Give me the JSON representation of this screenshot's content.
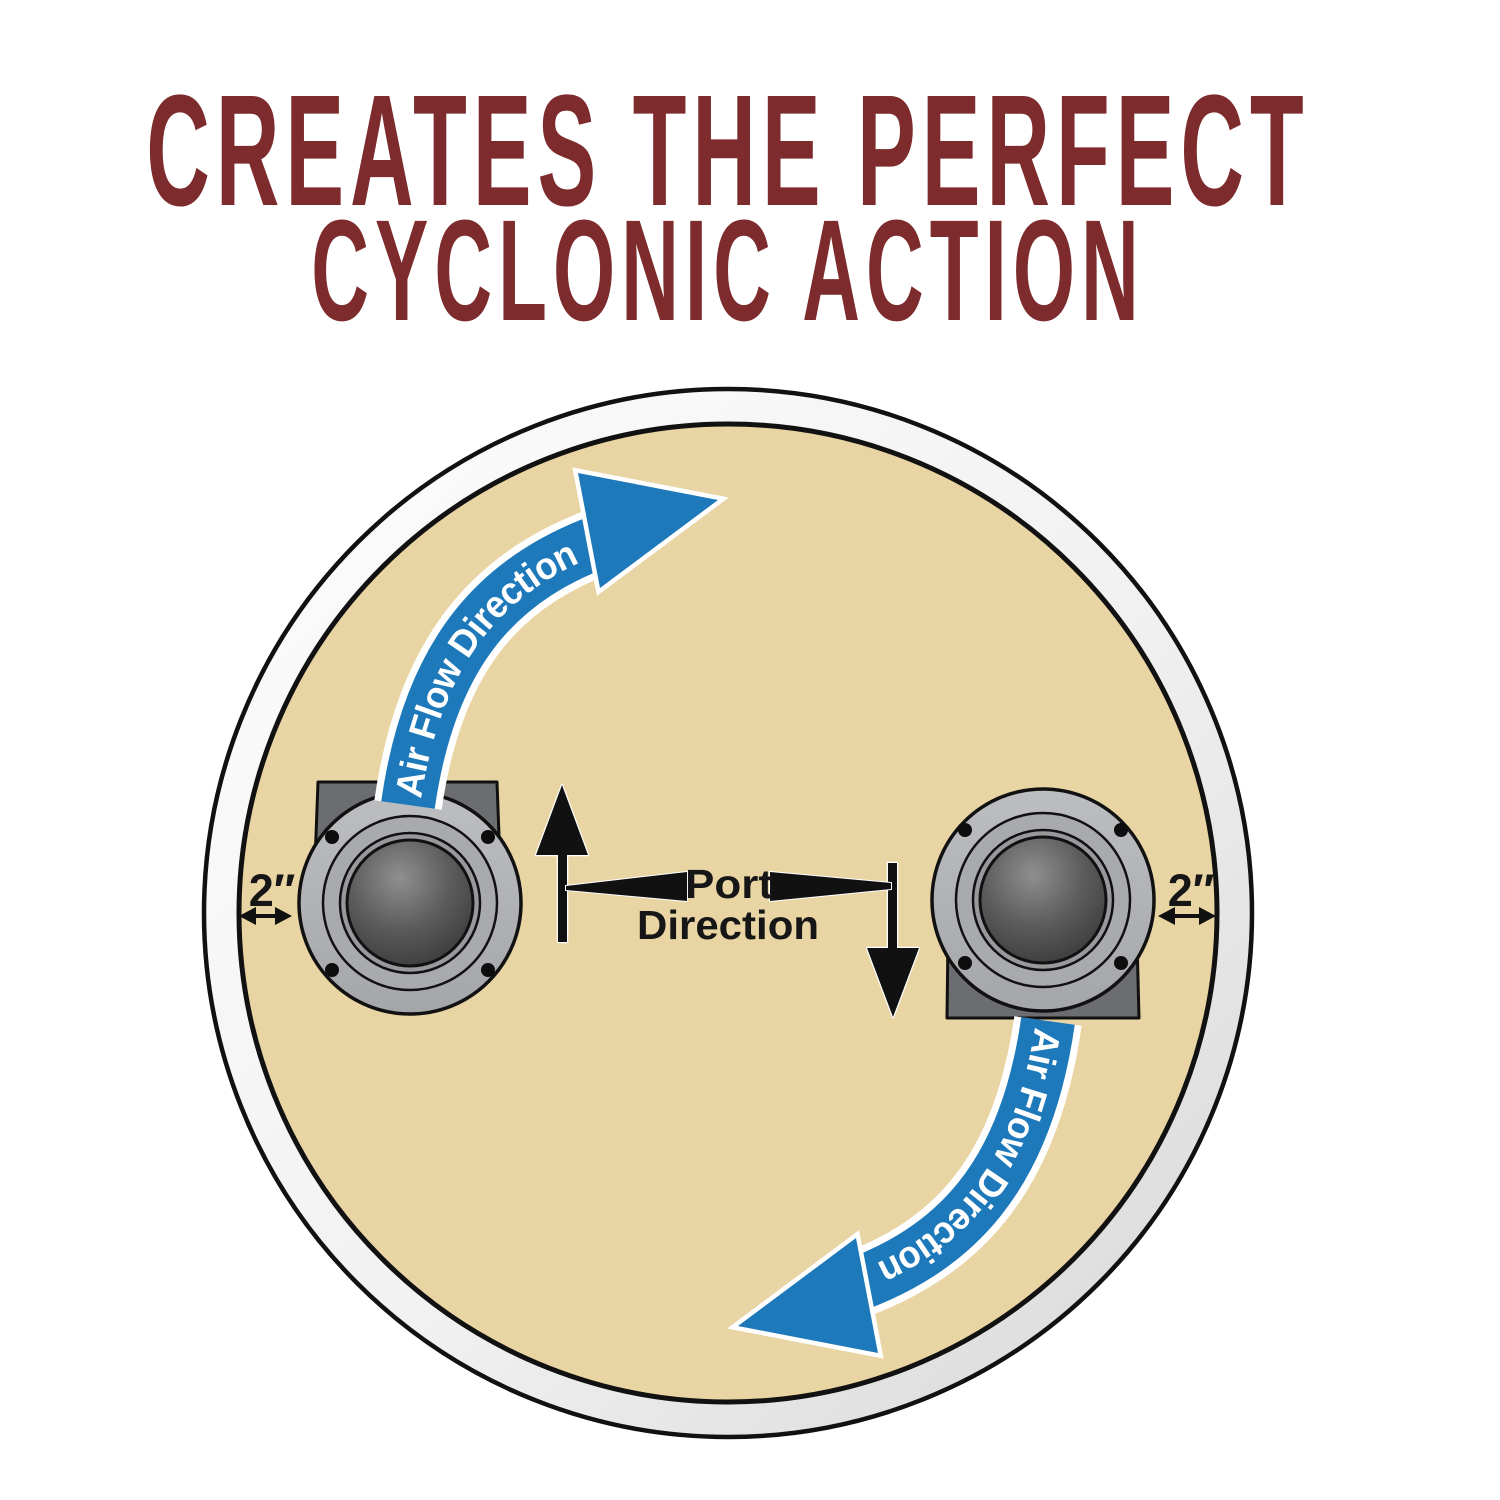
{
  "title": {
    "line1": "CREATES THE PERFECT",
    "line2": "CYCLONIC ACTION"
  },
  "airflow": {
    "top_label": "Air Flow Direction",
    "bottom_label": "Air Flow Direction"
  },
  "port_direction": {
    "line1": "Port",
    "line2": "Direction"
  },
  "measurements": {
    "left_gap": "2″",
    "right_gap": "2″"
  },
  "colors": {
    "title_maroon": "#7d2b2d",
    "airflow_blue": "#1e79bb",
    "drum_tan": "#e9d5a4",
    "drum_wall_white": "#f2f2f2",
    "flange_gray": "#b0b2b5",
    "bracket_gray": "#6b6d70",
    "outline_black": "#111111",
    "label_black": "#161616",
    "flow_text_white": "#ffffff"
  }
}
